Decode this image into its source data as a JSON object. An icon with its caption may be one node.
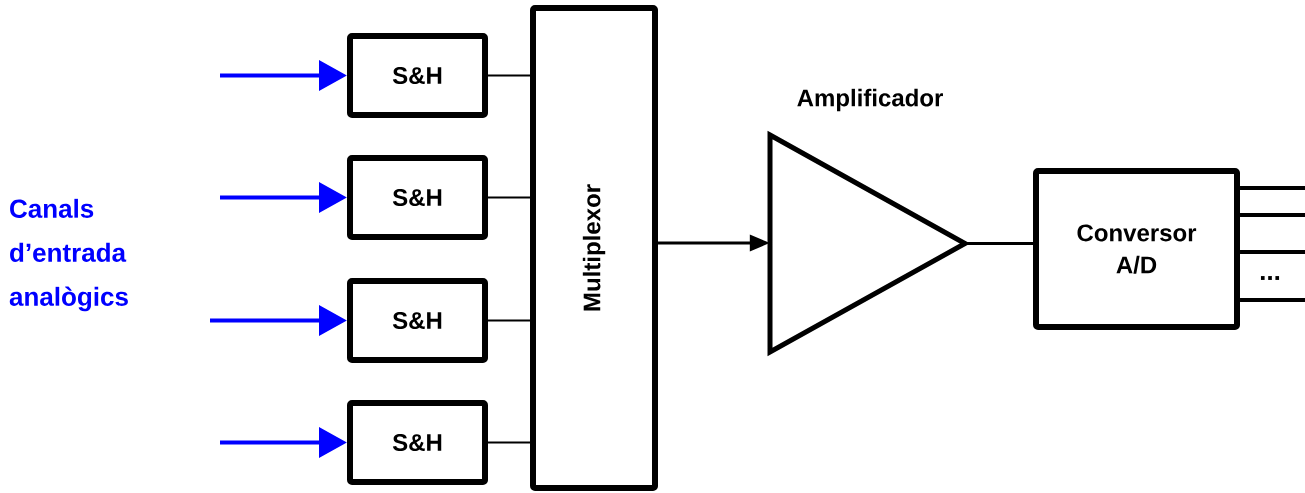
{
  "diagram": {
    "nodes": [
      {
        "text": [
          "S&H"
        ]
      },
      {
        "text": [
          "S&H"
        ]
      },
      {
        "text": [
          "S&H"
        ]
      },
      {
        "text": [
          "S&H"
        ]
      },
      {
        "text": [
          "Multiplexor"
        ]
      },
      {
        "text": [
          "Amplificador"
        ]
      },
      {
        "text": [
          "Conversor A/D"
        ]
      }
    ],
    "edges": [
      {
        "from": null,
        "to": 0,
        "arrow": "to",
        "color": "#0000ff"
      },
      {
        "from": null,
        "to": 1,
        "arrow": "to",
        "color": "#0000ff"
      },
      {
        "from": null,
        "to": 2,
        "arrow": "to",
        "color": "#0000ff"
      },
      {
        "from": null,
        "to": 3,
        "arrow": "to",
        "color": "#0000ff"
      },
      {
        "from": 0,
        "to": 4,
        "arrow": "none"
      },
      {
        "from": 1,
        "to": 4,
        "arrow": "none"
      },
      {
        "from": 2,
        "to": 4,
        "arrow": "none"
      },
      {
        "from": 3,
        "to": 4,
        "arrow": "none"
      },
      {
        "from": 4,
        "to": 5,
        "arrow": "to"
      },
      {
        "from": 5,
        "to": 6,
        "arrow": "none"
      },
      {
        "from": 6,
        "to": null,
        "arrow": "none"
      },
      {
        "from": 6,
        "to": null,
        "arrow": "none"
      },
      {
        "from": 6,
        "to": null,
        "arrow": "none"
      },
      {
        "from": 6,
        "to": null,
        "arrow": "none"
      }
    ],
    "labels": [
      "Canals d’entrada analògics",
      "..."
    ]
  }
}
